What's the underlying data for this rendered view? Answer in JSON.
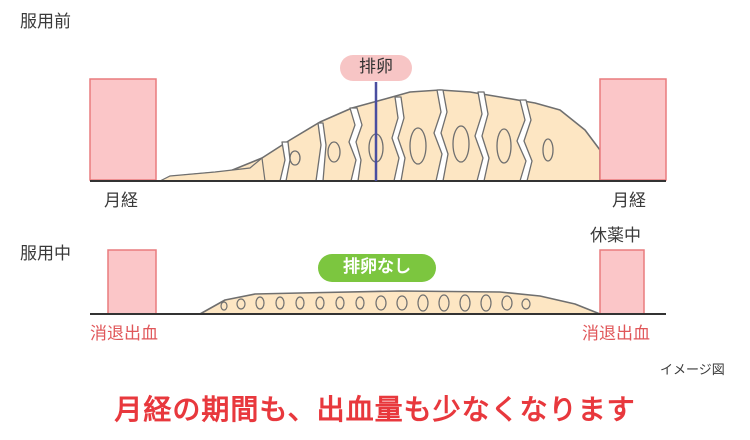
{
  "sections": {
    "before": {
      "title": "服用前",
      "ovulation_badge": "排卵",
      "left_label": "月経",
      "right_label": "月経"
    },
    "during": {
      "title": "服用中",
      "badge": "排卵なし",
      "rest_label": "休薬中",
      "left_label": "消退出血",
      "right_label": "消退出血"
    }
  },
  "image_note": "イメージ図",
  "headline": "月経の期間も、出血量も少なくなります",
  "colors": {
    "period_block": "#fbc6c8",
    "period_block_border": "#e97b7e",
    "tissue_fill": "#fde6c3",
    "tissue_stroke": "#6f6f6f",
    "ovulation_line": "#4a4ea0",
    "badge_pink": "#f7c5c5",
    "badge_green": "#7cc63f",
    "headline": "#e8383d",
    "pink_text": "#e0575a"
  }
}
